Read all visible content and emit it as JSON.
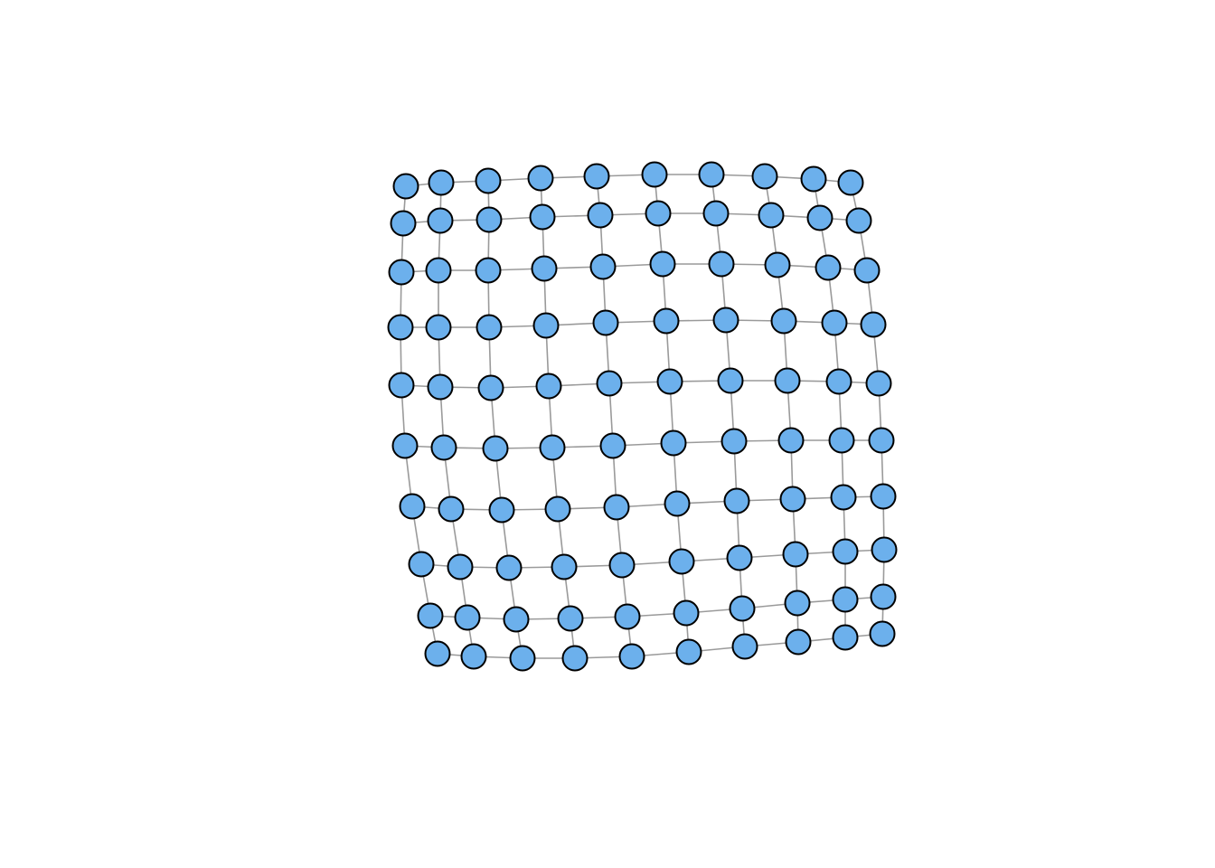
{
  "graph": {
    "type": "grid",
    "rows": 10,
    "cols": 10,
    "node_fill": "#6cb0ec",
    "node_stroke": "#000000",
    "edge_color": "#9a9a9a",
    "background": "#ffffff"
  }
}
